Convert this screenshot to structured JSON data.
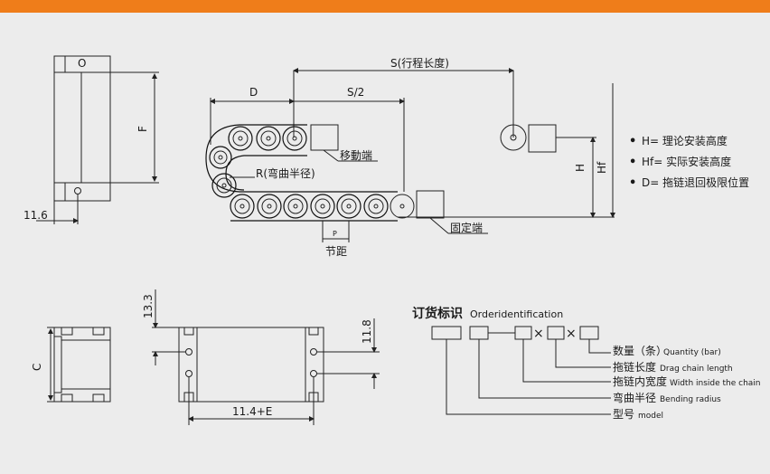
{
  "colors": {
    "top_bar": "#ef7d1a",
    "background": "#ececec",
    "line": "#222222"
  },
  "side_view": {
    "top_label": "O",
    "height_label": "F",
    "offset_label": "11.6"
  },
  "main": {
    "stroke_label": "S(行程长度)",
    "d_label": "D",
    "half_stroke_label": "S/2",
    "moving_end": "移動端",
    "bend_radius": "R(弯曲半径)",
    "fixed_end": "固定端",
    "pitch_symbol": "P",
    "pitch_label": "节距",
    "h_label": "H",
    "hf_label": "Hf"
  },
  "legend": [
    {
      "bullet": "•",
      "text": "H= 理论安装高度"
    },
    {
      "bullet": "•",
      "text": "Hf= 实际安装高度"
    },
    {
      "bullet": "•",
      "text": "D= 拖链退回极限位置"
    }
  ],
  "cross_section": {
    "width_label": "C",
    "top_dim": "13.3",
    "right_dim": "11.8",
    "bottom_dim": "11.4+E"
  },
  "order": {
    "title": "订货标识",
    "title_en": "Orderidentification",
    "sep_dash": "—",
    "sep_x1": "×",
    "sep_x2": "×",
    "items": [
      {
        "zh": "数量（条）",
        "en": "Quantity (bar)"
      },
      {
        "zh": "拖链长度",
        "en": "Drag chain length"
      },
      {
        "zh": "拖链内宽度",
        "en": "Width inside the chain"
      },
      {
        "zh": "弯曲半径",
        "en": "Bending radius"
      },
      {
        "zh": "型号",
        "en": "model"
      }
    ]
  }
}
